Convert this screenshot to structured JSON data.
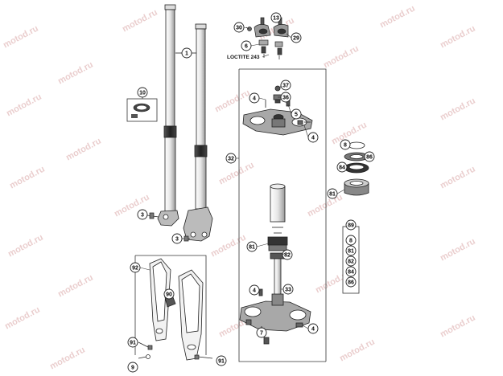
{
  "watermark": "motod.ru",
  "loctite_label": "LOCTITE 243",
  "callouts": {
    "fork_tube": "1",
    "fork_foot_bolt_a": "3",
    "fork_foot_bolt_b": "3",
    "handlebar_clamp_left": "30",
    "handlebar_clamp_right": "29",
    "handlebar_bolt_top": "13",
    "handlebar_clamp_screw": "6",
    "cable_guide": "10",
    "top_clamp_cap": "37",
    "top_clamp_nut": "36",
    "top_clamp_screw_left": "4",
    "top_clamp_bolt": "5",
    "top_clamp_screw_right": "4",
    "steering_assembly": "32",
    "seal_ring": "8",
    "bearing_cap": "86",
    "dust_seal": "84",
    "upper_bearing": "81",
    "lower_bearing": "81",
    "lower_seal": "82",
    "stem_screw": "4",
    "stem": "33",
    "bottom_clamp_bolt": "7",
    "bottom_clamp_screw": "4",
    "fork_guard": "92",
    "guard_clip": "90",
    "guard_bolt_left": "91",
    "guard_bolt_right": "91",
    "guard_washer": "9",
    "kit_list": [
      "89",
      "8",
      "81",
      "82",
      "84",
      "86"
    ]
  }
}
